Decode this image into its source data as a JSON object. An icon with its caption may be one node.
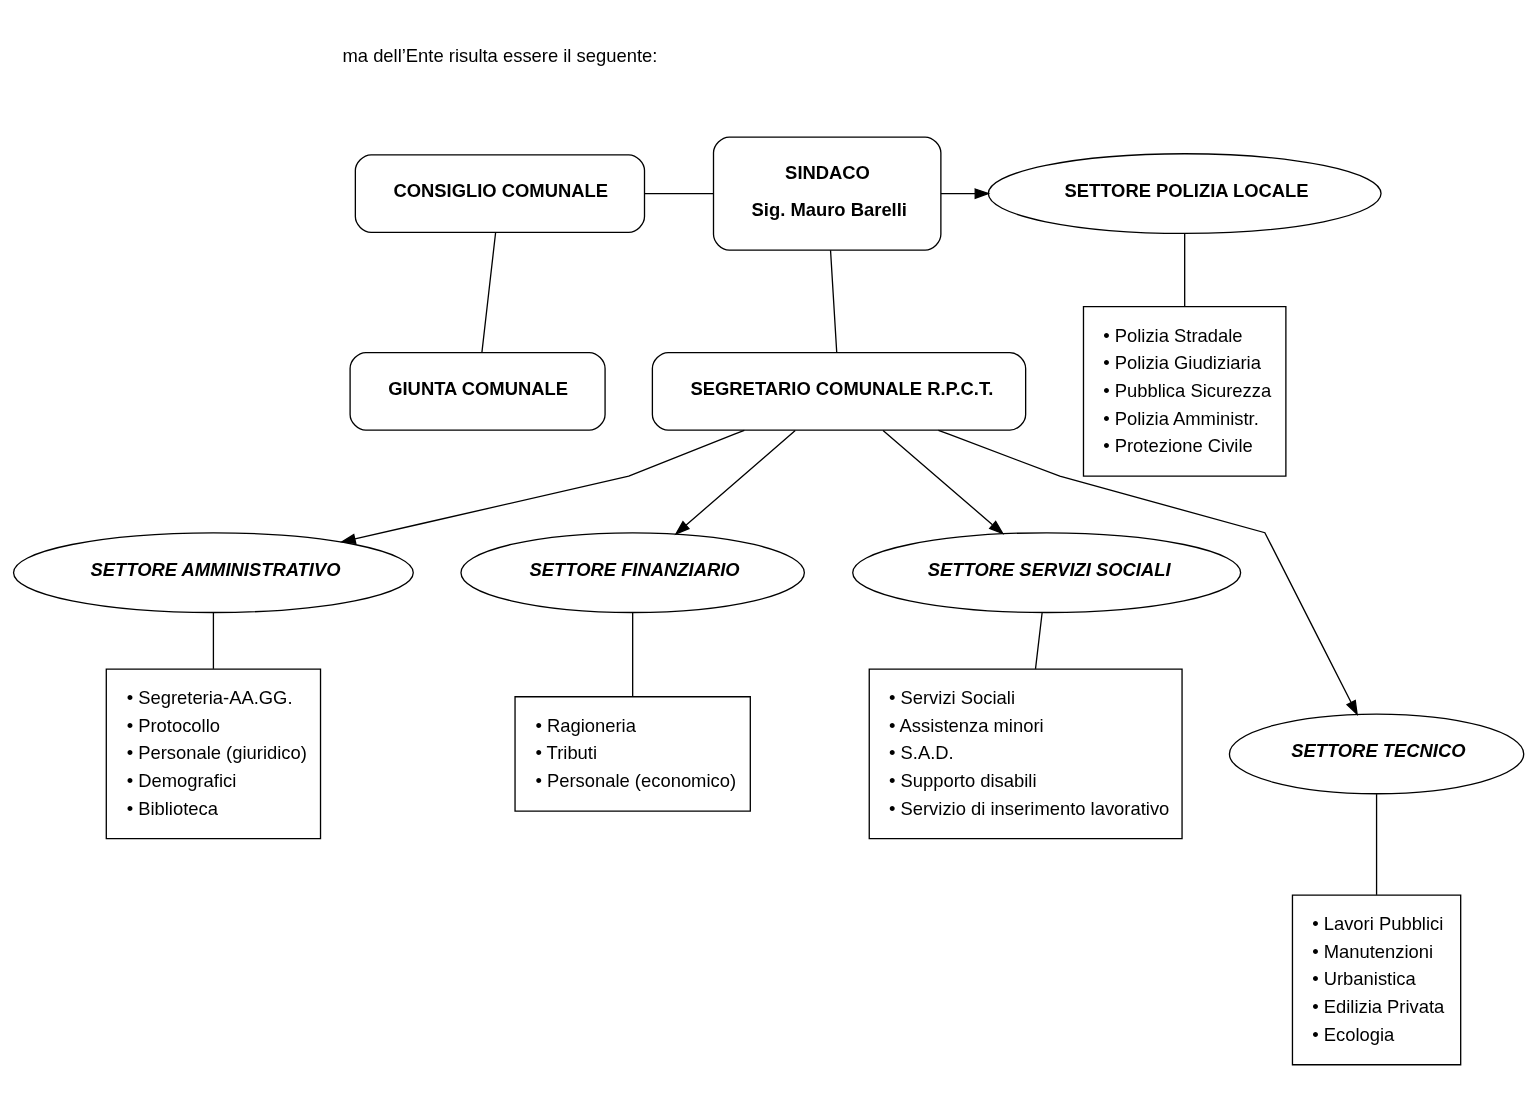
{
  "diagram": {
    "nodes": [
      {
        "text": [
          "CONSIGLIO COMUNALE"
        ]
      },
      {
        "text": [
          "SINDACO",
          "Sig. Mauro Barelli"
        ]
      },
      {
        "text": [
          "SETTORE POLIZIA LOCALE"
        ]
      },
      {
        "text": [
          "• Polizia Stradale",
          "• Polizia Giudiziaria",
          "• Pubblica Sicurezza",
          "• Polizia Amministr.",
          "• Protezione Civile"
        ]
      },
      {
        "text": [
          "GIUNTA COMUNALE"
        ]
      },
      {
        "text": [
          "SEGRETARIO COMUNALE R.P.C.T."
        ]
      },
      {
        "text": [
          "SETTORE AMMINISTRATIVO"
        ]
      },
      {
        "text": [
          "• Segreteria-AA.GG.",
          "• Protocollo",
          "• Personale (giuridico)",
          "• Demografici",
          "• Biblioteca"
        ]
      },
      {
        "text": [
          "SETTORE FINANZIARIO"
        ]
      },
      {
        "text": [
          "• Ragioneria",
          "• Tributi",
          "• Personale (economico)"
        ]
      },
      {
        "text": [
          "SETTORE SERVIZI SOCIALI"
        ]
      },
      {
        "text": [
          "• Servizi Sociali",
          "• Assistenza minori",
          "• S.A.D.",
          "• Supporto disabili",
          "• Servizio di inserimento lavorativo"
        ]
      },
      {
        "text": [
          "SETTORE TECNICO"
        ]
      },
      {
        "text": [
          "• Lavori Pubblici",
          "• Manutenzioni",
          "• Urbanistica",
          "• Edilizia Privata",
          "• Ecologia"
        ]
      }
    ],
    "edges": [
      {
        "from": 0,
        "to": 1,
        "arrow": "none"
      },
      {
        "from": 1,
        "to": 2,
        "arrow": "to"
      },
      {
        "from": 2,
        "to": 3,
        "arrow": "none"
      },
      {
        "from": 0,
        "to": 4,
        "arrow": "none"
      },
      {
        "from": 1,
        "to": 5,
        "arrow": "none"
      },
      {
        "from": 5,
        "to": 6,
        "arrow": "to"
      },
      {
        "from": 5,
        "to": 8,
        "arrow": "to"
      },
      {
        "from": 5,
        "to": 10,
        "arrow": "to"
      },
      {
        "from": 5,
        "to": 12,
        "arrow": "to"
      },
      {
        "from": 6,
        "to": 7,
        "arrow": "none"
      },
      {
        "from": 8,
        "to": 9,
        "arrow": "none"
      },
      {
        "from": 10,
        "to": 11,
        "arrow": "none"
      },
      {
        "from": 12,
        "to": 13,
        "arrow": "none"
      }
    ],
    "labels": [
      "ma dell’Ente risulta essere il seguente:"
    ]
  }
}
